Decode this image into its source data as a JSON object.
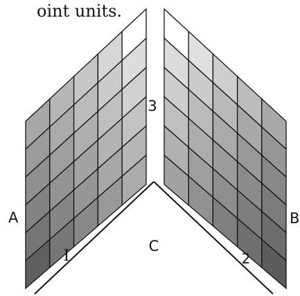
{
  "caption_fragment": "oint units.",
  "labels": {
    "A": "A",
    "B": "B",
    "C": "C",
    "one": "I",
    "two": "2",
    "three": "3"
  },
  "left_panel": {
    "rows": 6,
    "cols": 5,
    "shades": [
      [
        "#a7a7a7",
        "#b7b7b7",
        "#c6c6c6",
        "#d6d6d6",
        "#ffffff"
      ],
      [
        "#9b9b9b",
        "#ababab",
        "#bbbbbb",
        "#cbcbcb",
        "#dcdcdc"
      ],
      [
        "#8f8f8f",
        "#9f9f9f",
        "#afafaf",
        "#bfbfbf",
        "#d0d0d0"
      ],
      [
        "#838383",
        "#939393",
        "#a3a3a3",
        "#b3b3b3",
        "#c3c3c3"
      ],
      [
        "#757575",
        "#868686",
        "#969696",
        "#a7a7a7",
        "#b7b7b7"
      ],
      [
        "#5f5f5f",
        "#777777",
        "#888888",
        "#999999",
        "#ababab"
      ]
    ]
  },
  "right_panel": {
    "rows": 6,
    "cols": 5,
    "shades": [
      [
        "#ffffff",
        "#e0e0e0",
        "#cecece",
        "#bcbcbc",
        "#a9a9a9"
      ],
      [
        "#dcdcdc",
        "#cbcbcb",
        "#b9b9b9",
        "#a8a8a8",
        "#979797"
      ],
      [
        "#cdcdcd",
        "#bbbbbb",
        "#aaaaaa",
        "#999999",
        "#888888"
      ],
      [
        "#bfbfbf",
        "#adadad",
        "#9c9c9c",
        "#8b8b8b",
        "#7b7b7b"
      ],
      [
        "#b1b1b1",
        "#9f9f9f",
        "#8e8e8e",
        "#7d7d7d",
        "#6d6d6d"
      ],
      [
        "#a3a3a3",
        "#919191",
        "#808080",
        "#6f6f6f",
        "#5c5c5c"
      ]
    ]
  }
}
